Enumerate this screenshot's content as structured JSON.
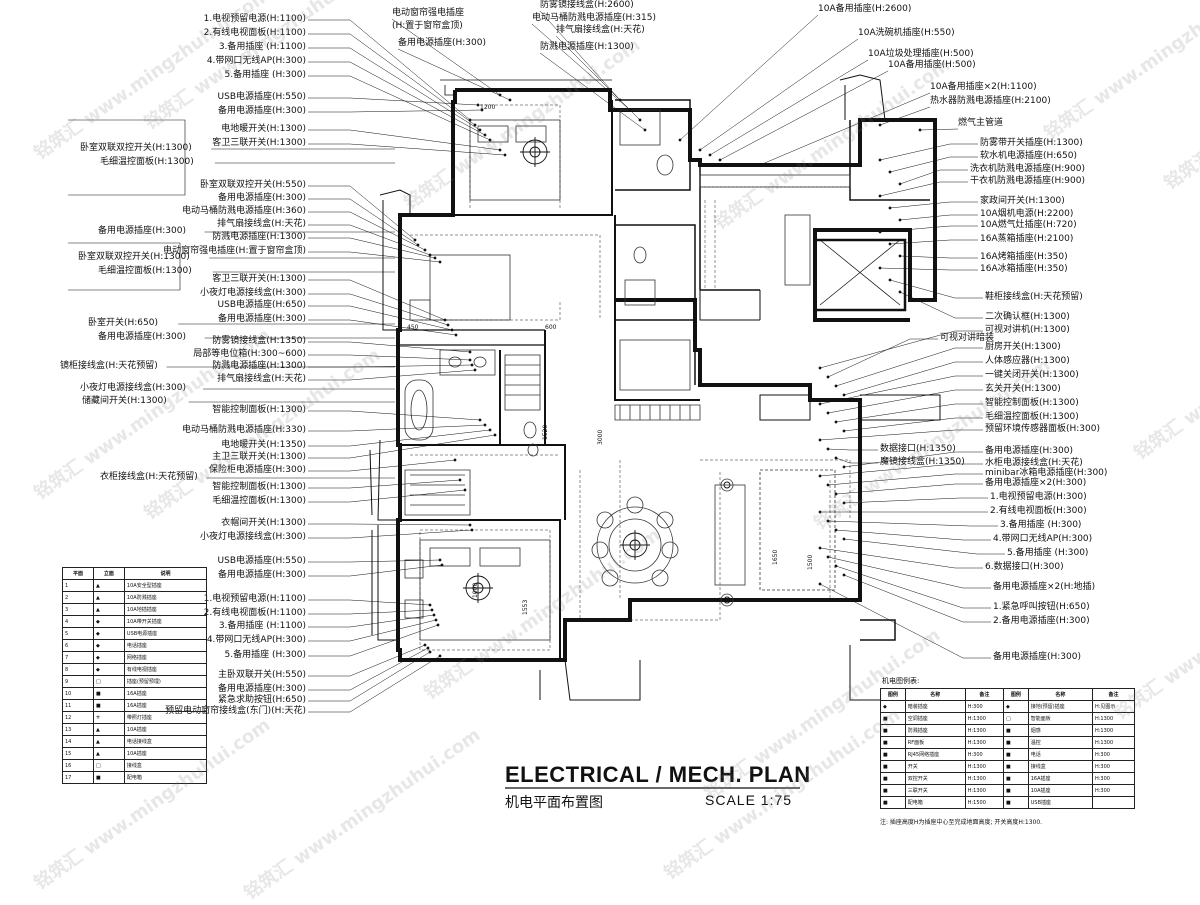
{
  "title": "ELECTRICAL / MECH. PLAN",
  "subtitle": "机电平面布置图",
  "scale": "SCALE 1:75",
  "watermark": "铭筑汇  www.mingzhuhui.com",
  "left_labels": [
    "1.电视预留电源(H:1100)",
    "2.有线电视面板(H:1100)",
    "3.备用插座 (H:1100)",
    "4.带网口无线AP(H:300)",
    "5.备用插座 (H:300)",
    "USB电源插座(H:550)",
    "备用电源插座(H:300)",
    "电地暖开关(H:1300)",
    "客卫三联开关(H:1300)",
    "卧室双联双控开关(H:550)",
    "备用电源插座(H:300)",
    "电动马桶防溅电源插座(H:360)",
    "排气扇接线盒(H:天花)",
    "防溅电源插座(H:1300)",
    "电动窗帘强电插座(H:置于窗帘盒顶)",
    "客卫三联开关(H:1300)",
    "小夜灯电源接线盒(H:300)",
    "USB电源插座(H:650)",
    "备用电源插座(H:300)",
    "防雾镜接线盒(H:1350)",
    "局部等电位箱(H:300~600)",
    "防溅电源插座(H:1300)",
    "排气扇接线盒(H:天花)",
    "智能控制面板(H:1300)",
    "电动马桶防溅电源插座(H:330)",
    "电地暖开关(H:1350)",
    "主卫三联开关(H:1300)",
    "保险柜电源插座(H:300)",
    "智能控制面板(H:1300)",
    "毛细温控面板(H:1300)",
    "衣帽间开关(H:1300)",
    "小夜灯电源接线盒(H:300)",
    "USB电源插座(H:550)",
    "备用电源插座(H:300)",
    "1.电视预留电源(H:1100)",
    "2.有线电视面板(H:1100)",
    "3.备用插座 (H:1100)",
    "4.带网口无线AP(H:300)",
    "5.备用插座 (H:300)",
    "主卧双联开关(H:550)",
    "备用电源插座(H:300)",
    "紧急求助按钮(H:650)",
    "预留电动窗帘接线盒(东门)(H:天花)"
  ],
  "far_left_labels": [
    "卧室双联双控开关(H:1300)",
    "毛细温控面板(H:1300)",
    "备用电源插座(H:300)",
    "卧室双联双控开关(H:1300)",
    "毛细温控面板(H:1300)",
    "卧室开关(H:650)",
    "备用电源插座(H:300)",
    "镜柜接线盒(H:天花预留)",
    "小夜灯电源接线盒(H:300)",
    "储藏间开关(H:1300)",
    "衣柜接线盒(H:天花预留)"
  ],
  "top_labels": [
    "电动窗帘强电插座",
    "(H:置于窗帘盒顶)",
    "备用电源插座(H:300)",
    "防雾镜接线盒(H:2600)",
    "电动马桶防溅电源插座(H:315)",
    "排气扇接线盒(H:天花)",
    "防溅电源插座(H:1300)",
    "10A备用插座(H:2600)",
    "10A洗碗机插座(H:550)",
    "10A垃圾处理插座(H:500)",
    "10A备用插座(H:500)",
    "10A备用插座×2(H:1100)",
    "热水器防溅电源插座(H:2100)",
    "燃气主管道"
  ],
  "right_labels": [
    "防雾带开关插座(H:1300)",
    "软水机电源插座(H:650)",
    "洗衣机防溅电源插座(H:900)",
    "干衣机防溅电源插座(H:900)",
    "家政间开关(H:1300)",
    "10A烟机电源(H:2200)",
    "10A燃气灶插座(H:720)",
    "16A蒸箱插座(H:2100)",
    "16A烤箱插座(H:350)",
    "16A冰箱插座(H:350)",
    "鞋柜接线盒(H:天花预留)",
    "二次确认框(H:1300)",
    "可视对讲机(H:1300)",
    "可视对讲暗装",
    "厨房开关(H:1300)",
    "人体感应器(H:1300)",
    "一键关闭开关(H:1300)",
    "玄关开关(H:1300)",
    "智能控制面板(H:1300)",
    "毛细温控面板(H:1300)",
    "预留环境传感器面板(H:300)",
    "数据接口(H:1350)",
    "魔镜接线盒(H:1350)",
    "备用电源插座(H:300)",
    "水柜电源接线盒(H:天花)",
    "minibar冰箱电源插座(H:300)",
    "备用电源插座×2(H:300)",
    "1.电视预留电源(H:300)",
    "2.有线电视面板(H:300)",
    "3.备用插座 (H:300)",
    "4.带网口无线AP(H:300)",
    "5.备用插座 (H:300)",
    "6.数据接口(H:300)",
    "备用电源插座×2(H:地插)",
    "1.紧急呼叫按钮(H:650)",
    "2.备用电源插座(H:300)",
    "备用电源插座(H:300)"
  ],
  "legend_left": {
    "headers": [
      "平面",
      "立面",
      "说明"
    ],
    "rows": [
      [
        "1",
        "▲",
        "10A安全型插座"
      ],
      [
        "2",
        "▲",
        "10A防溅插座"
      ],
      [
        "3",
        "▲",
        "10A地插插座"
      ],
      [
        "4",
        "◆",
        "10A带开关插座"
      ],
      [
        "5",
        "◆",
        "USB电源插座"
      ],
      [
        "6",
        "◆",
        "电话插座"
      ],
      [
        "7",
        "◆",
        "网络插座"
      ],
      [
        "8",
        "◆",
        "有线电视插座"
      ],
      [
        "9",
        "□",
        "插座(预留预埋)"
      ],
      [
        "10",
        "■",
        "16A插座"
      ],
      [
        "11",
        "■",
        "16A插座"
      ],
      [
        "12",
        "⛤",
        "带照灯插座"
      ],
      [
        "13",
        "▲",
        "10A插座"
      ],
      [
        "14",
        "▲",
        "电话接线盒"
      ],
      [
        "15",
        "▲",
        "10A插座"
      ],
      [
        "16",
        "□",
        "接线盒"
      ],
      [
        "17",
        "■",
        "配电箱"
      ]
    ]
  },
  "legend_right": {
    "title": "机电图例表:",
    "headers": [
      "图例",
      "名称",
      "备注",
      "图例",
      "名称",
      "备注"
    ],
    "rows": [
      [
        "◆",
        "暗装插座",
        "H:300",
        "◆",
        "接地(预留)插座",
        "H:见图示"
      ],
      [
        "■",
        "空调插座",
        "H:1300",
        "□",
        "智能面板",
        "H:1300"
      ],
      [
        "■",
        "防溅插座",
        "H:1300",
        "■",
        "烟感",
        "H:1300"
      ],
      [
        "■",
        "RF面板",
        "H:1300",
        "■",
        "温控",
        "H:1300"
      ],
      [
        "■",
        "RJ45网络插座",
        "H:300",
        "■",
        "电话",
        "H:300"
      ],
      [
        "■",
        "开关",
        "H:1300",
        "■",
        "接线盒",
        "H:300"
      ],
      [
        "■",
        "双控开关",
        "H:1300",
        "■",
        "16A插座",
        "H:300"
      ],
      [
        "■",
        "三联开关",
        "H:1300",
        "■",
        "10A插座",
        "H:300"
      ],
      [
        "■",
        "配电箱",
        "H:1500",
        "■",
        "USB插座",
        ""
      ]
    ]
  },
  "footnote": "注: 插座高度H为插座中心至完成地面高度; 开关高度H:1300.",
  "room_marks": [
    "1200",
    "1520",
    "3000",
    "1553",
    "1650",
    "1500",
    "1000",
    "600",
    "450"
  ]
}
